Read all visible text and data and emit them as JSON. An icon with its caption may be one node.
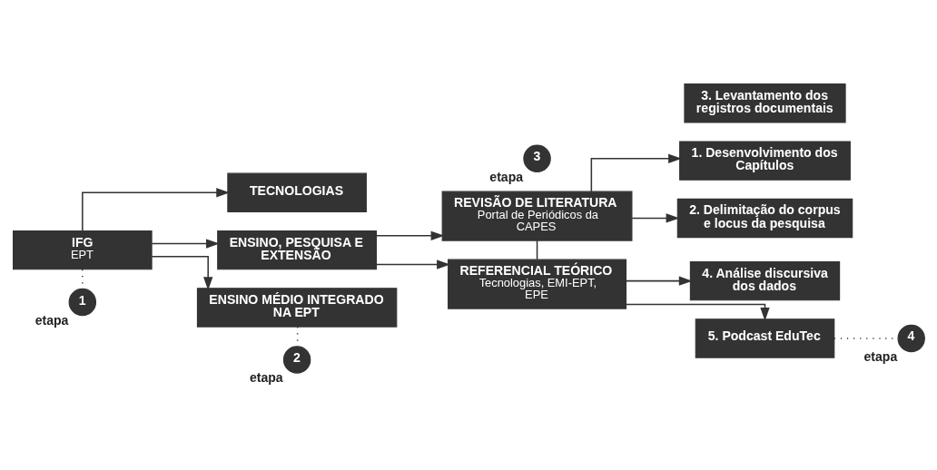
{
  "diagram": {
    "nodes": [
      {
        "text": [
          "IFG",
          "EPT"
        ]
      },
      {
        "text": [
          "TECNOLOGIAS"
        ]
      },
      {
        "text": [
          "ENSINO, PESQUISA E EXTENSÃO"
        ]
      },
      {
        "text": [
          "ENSINO MÉDIO INTEGRADO NA EPT"
        ]
      },
      {
        "text": [
          "REVISÃO DE LITERATURA",
          "Portal de Periódicos da CAPES"
        ]
      },
      {
        "text": [
          "REFERENCIAL TEÓRICO",
          "Tecnologias, EMI-EPT, EPE"
        ]
      },
      {
        "text": [
          "1. Desenvolvimento dos Capítulos"
        ]
      },
      {
        "text": [
          "2. Delimitação do corpus e locus da pesquisa"
        ]
      },
      {
        "text": [
          "3. Levantamento dos registros documentais"
        ]
      },
      {
        "text": [
          "4. Análise discursiva dos dados"
        ]
      },
      {
        "text": [
          "5. Podcast EduTec"
        ]
      },
      {
        "text": [
          "1"
        ],
        "beside": [
          "etapa"
        ]
      },
      {
        "text": [
          "2"
        ],
        "beside": [
          "etapa"
        ]
      },
      {
        "text": [
          "3"
        ],
        "beside": [
          "etapa"
        ]
      },
      {
        "text": [
          "4"
        ],
        "beside": [
          "etapa"
        ]
      }
    ],
    "edges": [
      {
        "from": 0,
        "to": 1,
        "arrow": "to"
      },
      {
        "from": 0,
        "to": 2,
        "arrow": "to"
      },
      {
        "from": 0,
        "to": 3,
        "arrow": "to"
      },
      {
        "from": 2,
        "to": 4,
        "arrow": "to"
      },
      {
        "from": 2,
        "to": 5,
        "arrow": "to"
      },
      {
        "from": 4,
        "to": 6,
        "arrow": "to"
      },
      {
        "from": 4,
        "to": 7,
        "arrow": "to"
      },
      {
        "from": 4,
        "to": 5,
        "arrow": "none"
      },
      {
        "from": 5,
        "to": 9,
        "arrow": "to"
      },
      {
        "from": 5,
        "to": 10,
        "arrow": "to"
      },
      {
        "from": 0,
        "to": 11,
        "arrow": "none",
        "style": "dashed"
      },
      {
        "from": 3,
        "to": 12,
        "arrow": "none",
        "style": "dashed"
      },
      {
        "from": 10,
        "to": 14,
        "arrow": "none",
        "style": "dashed"
      }
    ]
  }
}
